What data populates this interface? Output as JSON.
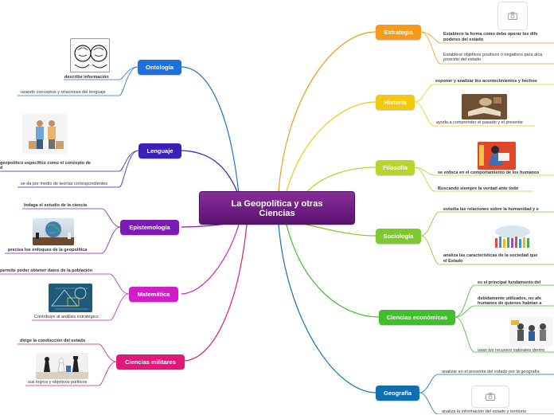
{
  "center": {
    "line1": "La Geopolítica y otras",
    "line2": "Ciencias"
  },
  "colors": {
    "ontologia": "#1e6fe0",
    "lenguaje": "#3b1fb8",
    "epistemologia": "#7a1bb5",
    "matematica": "#d11cc7",
    "militares": "#e0187a",
    "estrategia": "#f79a17",
    "historia": "#f2c811",
    "filosofia": "#b7d52a",
    "sociologia": "#7cc92b",
    "economicas": "#3fbf2c",
    "geografia": "#0f6fb0"
  },
  "left": {
    "ontologia": {
      "label": "Ontología",
      "leaves": [
        "describe información",
        "usando conceptos y relaciones del lenguaje"
      ],
      "image": "faces-sketch-icon"
    },
    "lenguaje": {
      "label": "Lenguaje",
      "leaves": [
        "geopolítico específico como el concepto de",
        "d",
        "se da por medio de teorías correspondientes"
      ],
      "image": "two-people-boxes-icon"
    },
    "epistemologia": {
      "label": "Epistemología",
      "leaves": [
        "Indaga el estudio de la ciencia",
        "precisa los enfoques de la geopolítica"
      ],
      "image": "globe-chess-icon"
    },
    "matematica": {
      "label": "Matemática",
      "leaves": [
        "permite poder obtener datos de la población",
        "Contribuye al análisis estratégico"
      ],
      "image": "math-blueprint-icon"
    },
    "militares": {
      "label": "Ciencias militares",
      "leaves": [
        "dirige la conducción del estado",
        "sus logros y objetivos políticos"
      ],
      "image": "chess-pieces-icon"
    }
  },
  "right": {
    "estrategia": {
      "label": "Estrategia",
      "leaves": [
        "Establece la forma como debe operar los dife",
        "poderes del estado",
        "Establece objetivos positivos o negativos para alca",
        "posición del estado"
      ]
    },
    "historia": {
      "label": "Historia",
      "leaves": [
        "exponer y analizar los acontecimientos y hechos",
        "ayuda a comprender el pasado y el presente"
      ],
      "image": "old-book-icon"
    },
    "filosofia": {
      "label": "Filosofía",
      "leaves": [
        "se enfoca en el comportamiento de los humanos",
        "Buscando siempre la verdad ante todo"
      ],
      "image": "reading-person-icon"
    },
    "sociologia": {
      "label": "Sociología",
      "leaves": [
        "estudia las relaciones sobre la humanidad y e",
        "analiza las características de la sociedad que",
        "el Estado"
      ],
      "image": "crowd-map-icon"
    },
    "economicas": {
      "label": "Ciencias económicas",
      "leaves": [
        "es el principal fundamento del",
        "debidamente utilizados, no afe",
        "humanos de quienes habitan a",
        "usan los recursos naturales dentro"
      ],
      "image": "business-people-icon"
    },
    "geografia": {
      "label": "Geografía",
      "leaves": [
        "analizar en el presente del estado por la geografía",
        "analiza la información del estado y territorio"
      ]
    }
  },
  "placeholders": [
    "camera-icon",
    "camera-icon"
  ]
}
